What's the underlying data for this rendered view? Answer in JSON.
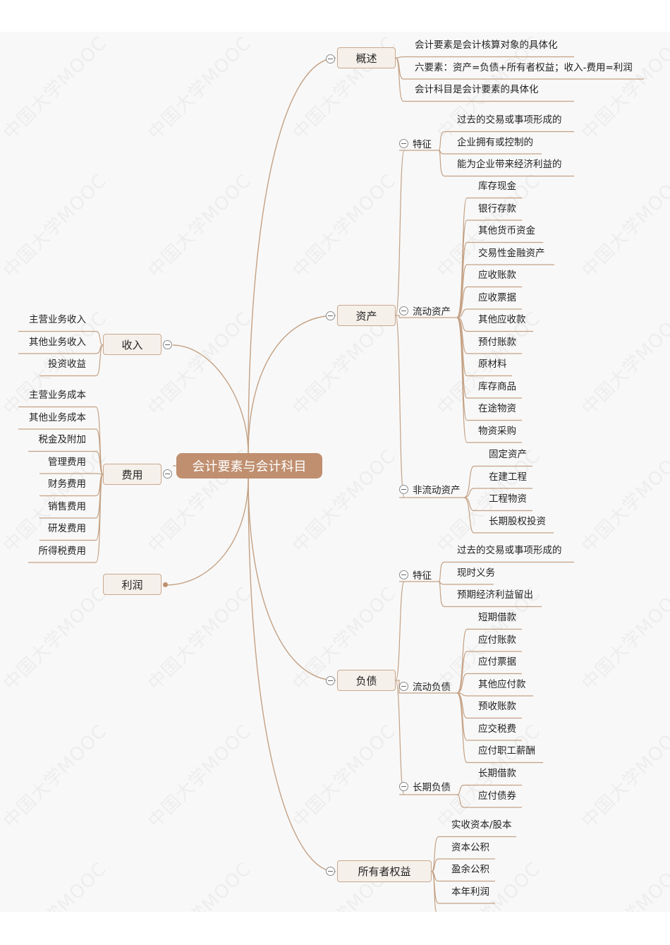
{
  "watermark": "中国大学MOOC",
  "colors": {
    "root_fill": "#bf8f6f",
    "line": "#c4a184",
    "node_fill": "#f6f0ea",
    "node_border": "#c9a88d",
    "canvas": "#f8f8f8"
  },
  "root": {
    "label": "会计要素与会计科目"
  },
  "branches": {
    "overview": {
      "label": "概述",
      "items": [
        "会计要素是会计核算对象的具体化",
        "六要素：资产=负债+所有者权益；收入-费用=利润",
        "会计科目是会计要素的具体化"
      ]
    },
    "assets": {
      "label": "资产",
      "features": {
        "label": "特征",
        "items": [
          "过去的交易或事项形成的",
          "企业拥有或控制的",
          "能为企业带来经济利益的"
        ]
      },
      "current": {
        "label": "流动资产",
        "items": [
          "库存现金",
          "银行存款",
          "其他货币资金",
          "交易性金融资产",
          "应收账款",
          "应收票据",
          "其他应收款",
          "预付账款",
          "原材料",
          "库存商品",
          "在途物资",
          "物资采购"
        ]
      },
      "noncurrent": {
        "label": "非流动资产",
        "items": [
          "固定资产",
          "在建工程",
          "工程物资",
          "长期股权投资"
        ]
      }
    },
    "liabilities": {
      "label": "负债",
      "features": {
        "label": "特征",
        "items": [
          "过去的交易或事项形成的",
          "现时义务",
          "预期经济利益留出"
        ]
      },
      "current": {
        "label": "流动负债",
        "items": [
          "短期借款",
          "应付账款",
          "应付票据",
          "其他应付款",
          "预收账款",
          "应交税费",
          "应付职工薪酬"
        ]
      },
      "longterm": {
        "label": "长期负债",
        "items": [
          "长期借款",
          "应付债券"
        ]
      }
    },
    "equity": {
      "label": "所有者权益",
      "items": [
        "实收资本/股本",
        "资本公积",
        "盈余公积",
        "本年利润"
      ]
    },
    "revenue": {
      "label": "收入",
      "items": [
        "主营业务收入",
        "其他业务收入",
        "投资收益"
      ]
    },
    "expenses": {
      "label": "费用",
      "items": [
        "主营业务成本",
        "其他业务成本",
        "税金及附加",
        "管理费用",
        "财务费用",
        "销售费用",
        "研发费用",
        "所得税费用"
      ]
    },
    "profit": {
      "label": "利润"
    }
  }
}
